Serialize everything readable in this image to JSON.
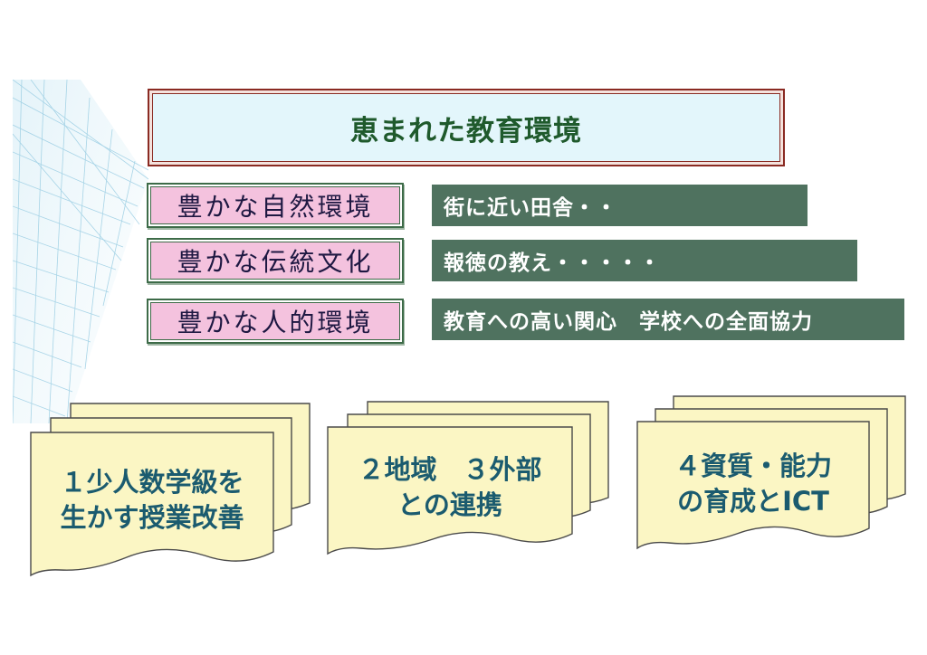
{
  "title": "恵まれた教育環境",
  "rows": [
    {
      "label": "豊かな自然環境",
      "detail": "街に近い田舎・・"
    },
    {
      "label": "豊かな伝統文化",
      "detail": "報徳の教え・・・・・"
    },
    {
      "label": "豊かな人的環境",
      "detail": "教育への高い関心　学校への全面協力"
    }
  ],
  "cards": [
    {
      "line1": "１少人数学級を",
      "line2": "生かす授業改善"
    },
    {
      "line1": "２地域　３外部",
      "line2": "との連携"
    },
    {
      "line1": "４資質・能力",
      "line2": "の育成とICT"
    }
  ],
  "colors": {
    "title_text": "#1f5a2c",
    "title_bg": "#e3f6fb",
    "title_border": "#8a2a22",
    "label_bg": "#f4c2de",
    "label_text": "#1e1842",
    "bar_bg": "#4f725f",
    "card_bg": "#fbf6c4",
    "card_text": "#1b5b6f"
  }
}
